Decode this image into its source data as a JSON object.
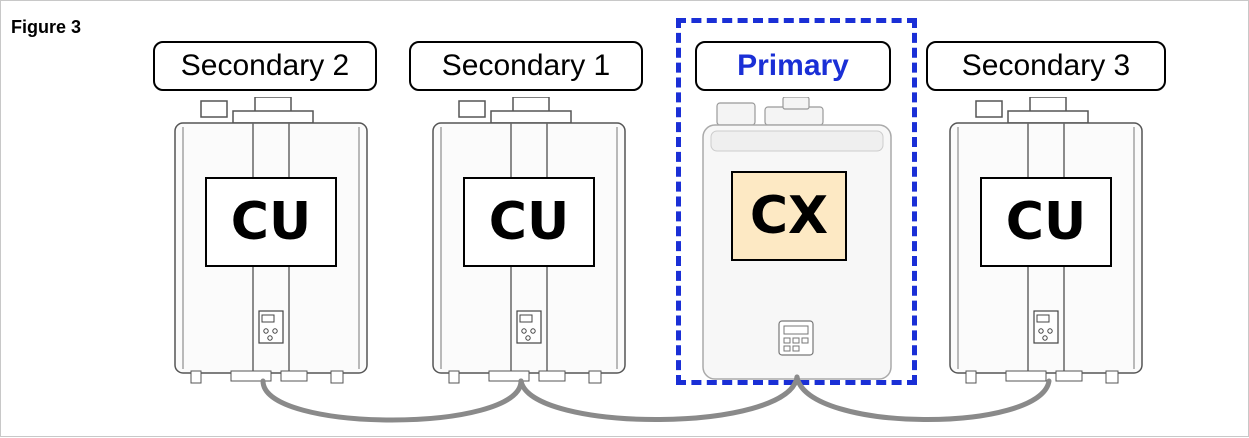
{
  "figure": {
    "title": "Figure 3"
  },
  "units": [
    {
      "id": "secondary-2",
      "label": "Secondary 2",
      "model": "CU",
      "role": "secondary"
    },
    {
      "id": "secondary-1",
      "label": "Secondary 1",
      "model": "CU",
      "role": "secondary"
    },
    {
      "id": "primary",
      "label": "Primary",
      "model": "CX",
      "role": "primary"
    },
    {
      "id": "secondary-3",
      "label": "Secondary 3",
      "model": "CU",
      "role": "secondary"
    }
  ],
  "colors": {
    "primary_accent": "#1a2fd6",
    "cx_fill": "#fde9c4",
    "cable": "#8a8a8a"
  }
}
